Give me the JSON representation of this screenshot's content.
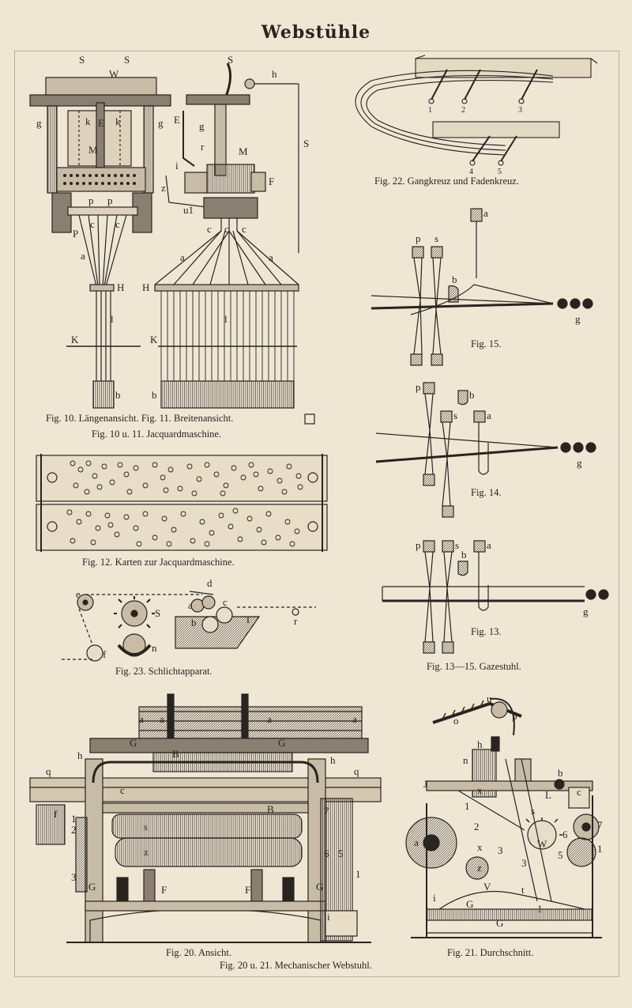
{
  "page_title": "Webstühle",
  "captions": {
    "fig10_11_line1": "Fig. 10. Längenansicht.  Fig. 11. Breitenansicht.",
    "fig10_11_line2": "Fig. 10 u. 11.  Jacquardmaschine.",
    "fig12": "Fig. 12.  Karten zur Jacquardmaschine.",
    "fig23": "Fig. 23.  Schlichtapparat.",
    "fig22": "Fig. 22.  Gangkreuz und Fadenkreuz.",
    "fig15": "Fig. 15.",
    "fig14": "Fig. 14.",
    "fig13": "Fig. 13.",
    "fig13_15": "Fig. 13—15.  Gazestuhl.",
    "fig20": "Fig. 20.  Ansicht.",
    "fig21": "Fig. 21.  Durchschnitt.",
    "fig20_21": "Fig. 20 u. 21.  Mechanischer Webstuhl."
  },
  "figure_letters": {
    "fig10": [
      "S",
      "S",
      "W",
      "g",
      "g",
      "k",
      "E",
      "k",
      "M",
      "P",
      "c",
      "c",
      "p",
      "p",
      "a",
      "H",
      "l",
      "K",
      "b"
    ],
    "fig11": [
      "S",
      "h",
      "E",
      "g",
      "r",
      "M",
      "i",
      "F",
      "z",
      "u1",
      "c",
      "c",
      "c",
      "a",
      "a",
      "H",
      "l",
      "K",
      "b",
      "S"
    ],
    "fig22": [
      "1",
      "2",
      "3",
      "4",
      "5"
    ],
    "fig15": [
      "p",
      "s",
      "a",
      "b",
      "g"
    ],
    "fig14": [
      "p",
      "b",
      "s",
      "a",
      "g"
    ],
    "fig13": [
      "p",
      "s",
      "a",
      "b",
      "g"
    ],
    "fig23": [
      "e",
      "d",
      "a",
      "c",
      "S",
      "b",
      "T",
      "r",
      "f",
      "n"
    ],
    "fig20": [
      "a",
      "a",
      "a",
      "a",
      "h",
      "h",
      "G",
      "G",
      "q",
      "q",
      "B",
      "c",
      "f",
      "1",
      "2",
      "3",
      "B",
      "s",
      "z",
      "7",
      "6",
      "5",
      "1",
      "F",
      "F",
      "G",
      "G",
      "i"
    ],
    "fig21": [
      "u",
      "p",
      "o",
      "n",
      "h",
      "b",
      "J",
      "c",
      "x",
      "L",
      "1",
      "2",
      "s",
      "7",
      "K",
      "a",
      "x",
      "W",
      "6",
      "5",
      "1",
      "3",
      "z",
      "3",
      "i",
      "t",
      "V",
      "G",
      "1",
      "G"
    ]
  }
}
